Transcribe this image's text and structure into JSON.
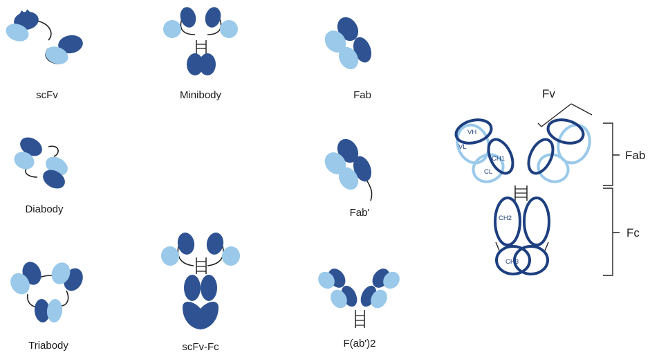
{
  "colors": {
    "dark": "#2f5392",
    "dark_outline": "#1d3f80",
    "light": "#9ac9ea",
    "light_outline": "#8ec4e6",
    "linker": "#222222"
  },
  "formats": [
    {
      "key": "scfv",
      "label": "scFv"
    },
    {
      "key": "minibody",
      "label": "Minibody"
    },
    {
      "key": "fab",
      "label": "Fab"
    },
    {
      "key": "diabody",
      "label": "Diabody"
    },
    {
      "key": "fab_prime",
      "label": "Fab'"
    },
    {
      "key": "triabody",
      "label": "Triabody"
    },
    {
      "key": "scfv_fc",
      "label": "scFv-Fc"
    },
    {
      "key": "fab2",
      "label": "F(ab')2"
    }
  ],
  "igg": {
    "domains": {
      "vh": "VH",
      "vl": "VL",
      "ch1": "CH1",
      "cl": "CL",
      "ch2": "CH2",
      "ch3": "CH3"
    },
    "regions": {
      "fv": "Fv",
      "fab": "Fab",
      "fc": "Fc"
    }
  }
}
